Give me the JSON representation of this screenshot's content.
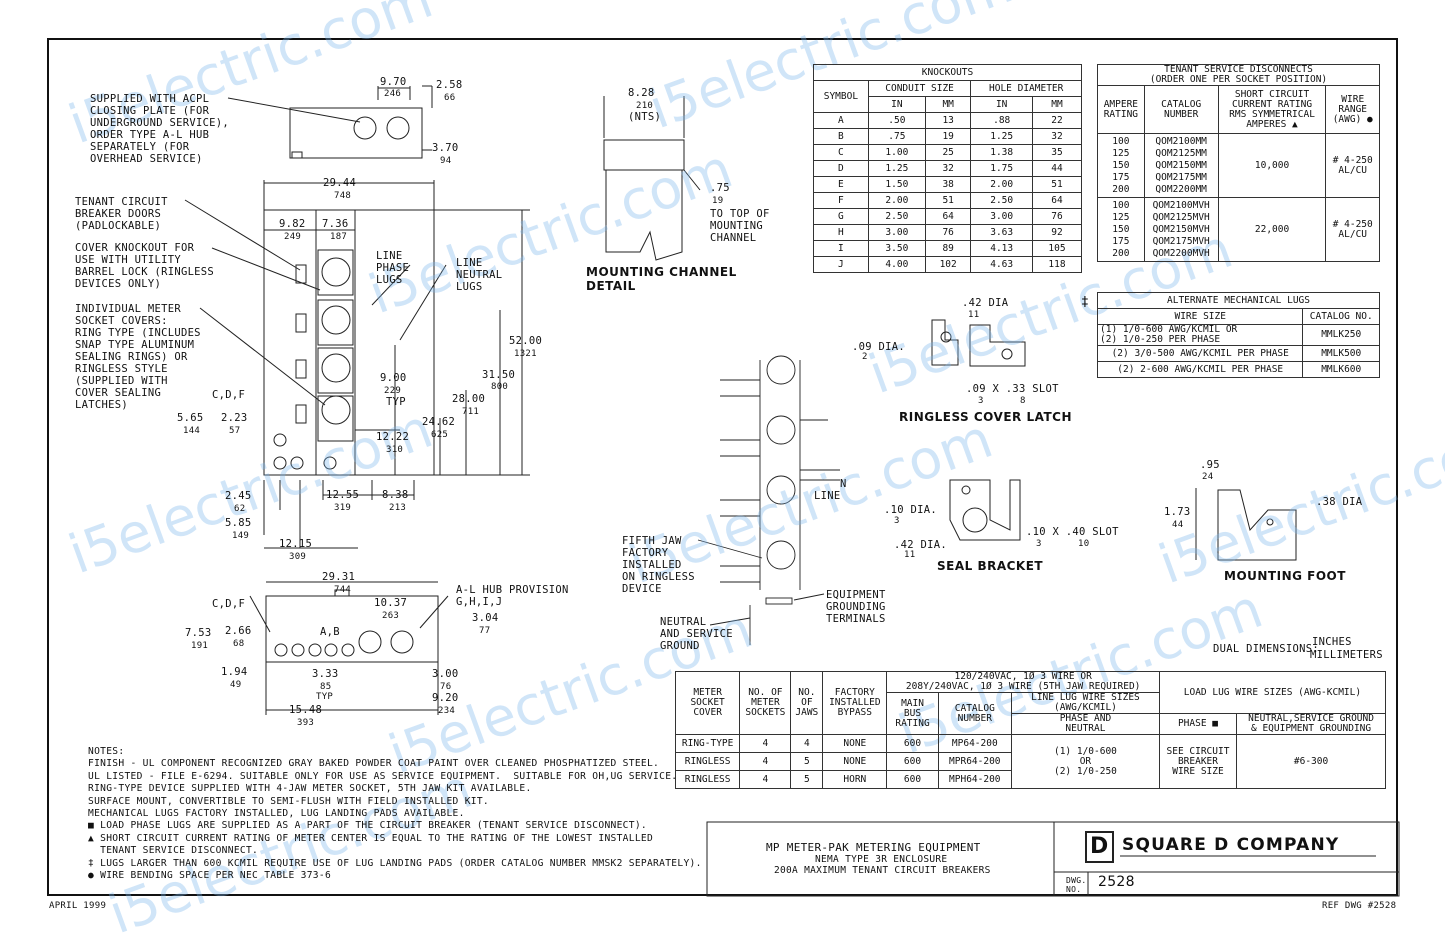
{
  "drawing": {
    "date": "APRIL 1999",
    "ref": "REF DWG #2528",
    "dual": "DUAL DIMENSIONS:",
    "dual_top": "INCHES",
    "dual_bot": "MILLIMETERS"
  },
  "title_block": {
    "l1": "MP METER-PAK METERING EQUIPMENT",
    "l2": "NEMA TYPE 3R ENCLOSURE",
    "l3": "200A MAXIMUM TENANT CIRCUIT BREAKERS",
    "company": "SQUARE D COMPANY",
    "logo": "D",
    "dwg_label": "DWG.\nNO.",
    "dwg_no": "2528"
  },
  "callouts": {
    "supplied": "SUPPLIED WITH ACPL\nCLOSING PLATE (FOR\nUNDERGROUND SERVICE),\nORDER TYPE A-L HUB\nSEPARATELY (FOR\nOVERHEAD SERVICE)",
    "tenant": "TENANT CIRCUIT\nBREAKER DOORS\n(PADLOCKABLE)",
    "cover": "COVER KNOCKOUT FOR\nUSE WITH UTILITY\nBARREL LOCK (RINGLESS\nDEVICES ONLY)",
    "individual": "INDIVIDUAL METER\nSOCKET COVERS:\nRING TYPE (INCLUDES\nSNAP TYPE ALUMINUM\nSEALING RINGS) OR\nRINGLESS STYLE\n(SUPPLIED WITH\nCOVER SEALING\nLATCHES)",
    "line_phase": "LINE\nPHASE\nLUGS",
    "line_neutral": "LINE\nNEUTRAL\nLUGS",
    "cdf1": "C,D,F",
    "cdf2": "C,D,F",
    "ab": "A,B",
    "alhub": "A-L HUB PROVISION\nG,H,I,J",
    "mount_channel": "MOUNTING CHANNEL\nDETAIL",
    "to_top": "TO TOP OF\nMOUNTING\nCHANNEL",
    "ringless": "RINGLESS COVER LATCH",
    "seal": "SEAL BRACKET",
    "foot": "MOUNTING FOOT",
    "fifth": "FIFTH JAW\nFACTORY\nINSTALLED\nON RINGLESS\nDEVICE",
    "equip": "EQUIPMENT\nGROUNDING\nTERMINALS",
    "neutral_sg": "NEUTRAL\nAND SERVICE\nGROUND",
    "line": "LINE",
    "n": "N",
    "dia42": ".42 DIA",
    "dia42b": ".42 DIA.",
    "dia09": ".09 DIA.",
    "dia10": ".10 DIA.",
    "slot09": ".09 X .33 SLOT",
    "slot10": ".10 X .40 SLOT",
    "dia38": ".38 DIA",
    "typ": "TYP",
    "nts": "(NTS)"
  },
  "dims": {
    "d970": "9.70",
    "d246": "246",
    "d258": "2.58",
    "d66": "66",
    "d370": "3.70",
    "d94": "94",
    "d2944": "29.44",
    "d748": "748",
    "d982": "9.82",
    "d249": "249",
    "d736": "7.36",
    "d187": "187",
    "d5200": "52.00",
    "d1321": "1321",
    "d3150": "31.50",
    "d800": "800",
    "d2800": "28.00",
    "d711": "711",
    "d2462": "24.62",
    "d625": "625",
    "d900": "9.00",
    "d229": "229",
    "d1222": "12.22",
    "d310": "310",
    "d565": "5.65",
    "d144": "144",
    "d223": "2.23",
    "d57": "57",
    "d245": "2.45",
    "d62": "62",
    "d585": "5.85",
    "d149": "149",
    "d1215": "12.15",
    "d309": "309",
    "d1255": "12.55",
    "d319": "319",
    "d838": "8.38",
    "d213": "213",
    "d2931": "29.31",
    "d744": "744",
    "d1037": "10.37",
    "d263": "263",
    "d304": "3.04",
    "d77": "77",
    "d753": "7.53",
    "d191": "191",
    "d266": "2.66",
    "d68": "68",
    "d194": "1.94",
    "d49": "49",
    "d333": "3.33",
    "d85": "85",
    "d300": "3.00",
    "d76": "76",
    "d920": "9.20",
    "d234": "234",
    "d1548": "15.48",
    "d393": "393",
    "d828": "8.28",
    "d210": "210",
    "d75": ".75",
    "d19": "19",
    "d11": "11",
    "d2": "2",
    "d3": "3",
    "d8": "8",
    "d95": ".95",
    "d24": "24",
    "d173": "1.73",
    "d44": "44",
    "d3b": "3",
    "d11b": "11",
    "d10": "10",
    "d3c": "3"
  },
  "knockouts": {
    "title": "KNOCKOUTS",
    "symbol": "SYMBOL",
    "conduit": "CONDUIT SIZE",
    "hole": "HOLE DIAMETER",
    "in": "IN",
    "mm": "MM",
    "rows": [
      [
        "A",
        ".50",
        "13",
        ".88",
        "22"
      ],
      [
        "B",
        ".75",
        "19",
        "1.25",
        "32"
      ],
      [
        "C",
        "1.00",
        "25",
        "1.38",
        "35"
      ],
      [
        "D",
        "1.25",
        "32",
        "1.75",
        "44"
      ],
      [
        "E",
        "1.50",
        "38",
        "2.00",
        "51"
      ],
      [
        "F",
        "2.00",
        "51",
        "2.50",
        "64"
      ],
      [
        "G",
        "2.50",
        "64",
        "3.00",
        "76"
      ],
      [
        "H",
        "3.00",
        "76",
        "3.63",
        "92"
      ],
      [
        "I",
        "3.50",
        "89",
        "4.13",
        "105"
      ],
      [
        "J",
        "4.00",
        "102",
        "4.63",
        "118"
      ]
    ]
  },
  "tenant_service": {
    "title": "TENANT SERVICE DISCONNECTS\n(ORDER ONE PER SOCKET POSITION)",
    "h_amp": "AMPERE\nRATING",
    "h_cat": "CATALOG\nNUMBER",
    "h_sc": "SHORT CIRCUIT\nCURRENT RATING\nRMS SYMMETRICAL\nAMPERES ▲",
    "h_wire": "WIRE\nRANGE\n(AWG) ●",
    "amps1": "100\n125\n150\n175\n200",
    "cat1": "QOM2100MM\nQOM2125MM\nQOM2150MM\nQOM2175MM\nQOM2200MM",
    "sc1": "10,000",
    "wire1": "# 4-250\nAL/CU",
    "amps2": "100\n125\n150\n175\n200",
    "cat2": "QOM2100MVH\nQOM2125MVH\nQOM2150MVH\nQOM2175MVH\nQOM2200MVH",
    "sc2": "22,000",
    "wire2": "# 4-250\nAL/CU"
  },
  "mech_lugs": {
    "mark": "‡",
    "title": "ALTERNATE MECHANICAL LUGS",
    "h_wire": "WIRE SIZE",
    "h_cat": "CATALOG NO.",
    "rows": [
      [
        "(1) 1/0-600 AWG/KCMIL OR\n(2) 1/0-250 PER PHASE",
        "MMLK250"
      ],
      [
        "(2) 3/0-500 AWG/KCMIL PER PHASE",
        "MMLK500"
      ],
      [
        "(2) 2-600 AWG/KCMIL PER PHASE",
        "MMLK600"
      ]
    ]
  },
  "socket_table": {
    "h_cover": "METER\nSOCKET\nCOVER",
    "h_no": "NO. OF\nMETER\nSOCKETS",
    "h_jaws": "NO.\nOF\nJAWS",
    "h_bypass": "FACTORY\nINSTALLED\nBYPASS",
    "h_volt": "120/240VAC, 1Ø 3 WIRE OR\n208Y/240VAC, 1Ø 3 WIRE (5TH JAW REQUIRED)",
    "h_main": "MAIN\nBUS\nRATING",
    "h_cat": "CATALOG\nNUMBER",
    "h_line": "LINE LUG WIRE SIZES\n(AWG/KCMIL)",
    "h_pn": "PHASE AND\nNEUTRAL",
    "h_load": "LOAD LUG WIRE SIZES (AWG-KCMIL)",
    "h_phase": "PHASE ■",
    "h_ng": "NEUTRAL,SERVICE GROUND\n& EQUIPMENT GROUNDING",
    "rows": [
      [
        "RING-TYPE",
        "4",
        "4",
        "NONE",
        "600",
        "MP64-200"
      ],
      [
        "RINGLESS",
        "4",
        "5",
        "NONE",
        "600",
        "MPR64-200"
      ],
      [
        "RINGLESS",
        "4",
        "5",
        "HORN",
        "600",
        "MPH64-200"
      ]
    ],
    "line_sizes": "(1) 1/0-600\nOR\n(2) 1/0-250",
    "phase_sizes": "SEE CIRCUIT\nBREAKER\nWIRE SIZE",
    "ng_sizes": "#6-300"
  },
  "notes": {
    "text": "NOTES:\nFINISH - UL COMPONENT RECOGNIZED GRAY BAKED POWDER COAT PAINT OVER CLEANED PHOSPHATIZED STEEL.\nUL LISTED - FILE E-6294. SUITABLE ONLY FOR USE AS SERVICE EQUIPMENT.  SUITABLE FOR OH,UG SERVICE.\nRING-TYPE DEVICE SUPPLIED WITH 4-JAW METER SOCKET, 5TH JAW KIT AVAILABLE.\nSURFACE MOUNT, CONVERTIBLE TO SEMI-FLUSH WITH FIELD INSTALLED KIT.\nMECHANICAL LUGS FACTORY INSTALLED, LUG LANDING PADS AVAILABLE.\n■ LOAD PHASE LUGS ARE SUPPLIED AS A PART OF THE CIRCUIT BREAKER (TENANT SERVICE DISCONNECT).\n▲ SHORT CIRCUIT CURRENT RATING OF METER CENTER IS EQUAL TO THE RATING OF THE LOWEST INSTALLED\n  TENANT SERVICE DISCONNECT.\n‡ LUGS LARGER THAN 600 KCMIL REQUIRE USE OF LUG LANDING PADS (ORDER CATALOG NUMBER MMSK2 SEPARATELY).\n● WIRE BENDING SPACE PER NEC TABLE 373-6"
  },
  "watermark": "i5electric.com"
}
